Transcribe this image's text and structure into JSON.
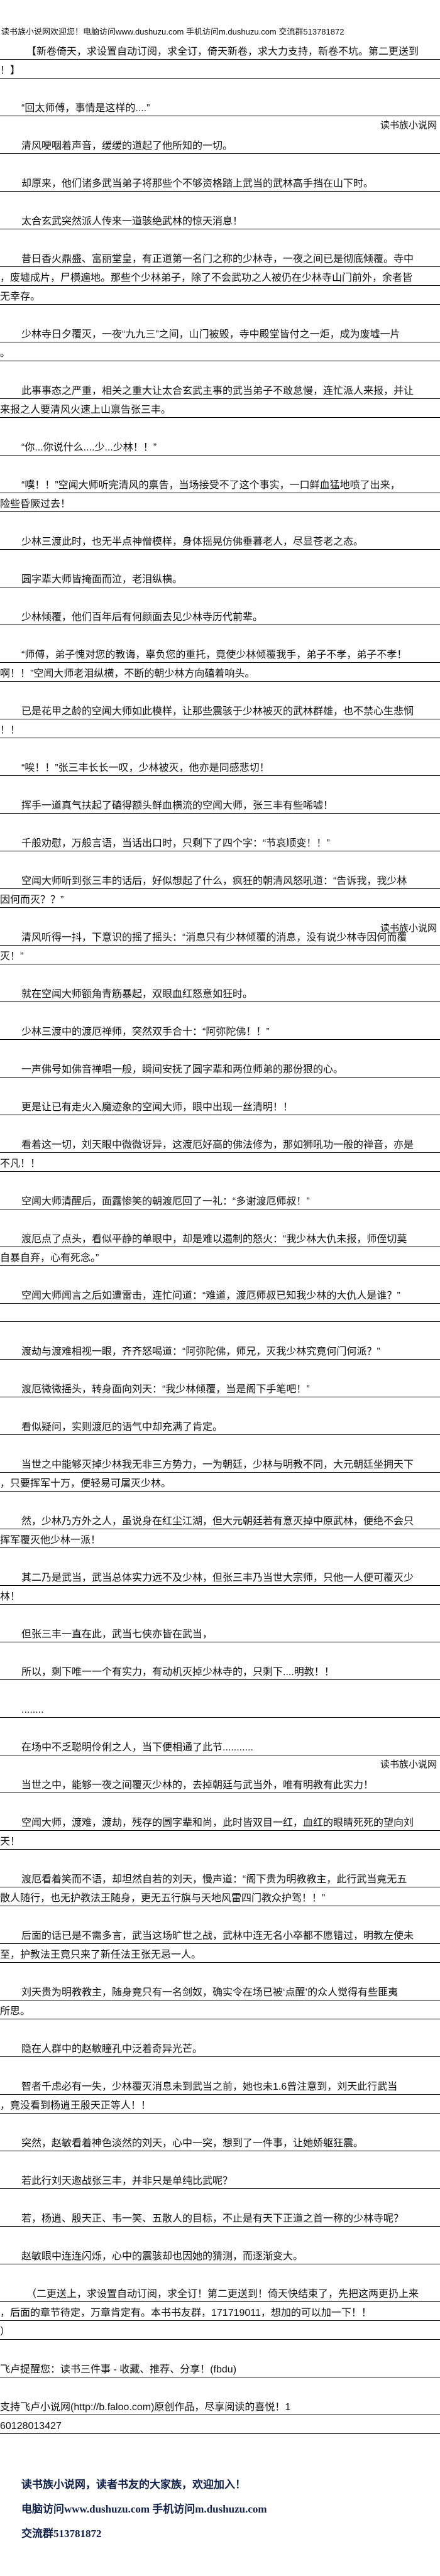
{
  "header": {
    "banner": "读书族小说网欢迎您！电脑访问www.dushuzu.com 手机访问m.dushuzu.com 交流群513781872"
  },
  "watermark_text": "读书族小说网",
  "blocks": [
    {
      "indent": "wide",
      "lines": [
        "【新卷倚天，求设置自动订阅，求全订，倚天新卷，求大力支持，新卷不坑。第二更送到",
        "！】"
      ]
    },
    {
      "indent": "normal",
      "no_gap": true,
      "lines": [
        "“回太师傅，事情是这样的....”"
      ]
    },
    {
      "watermark": "读书族小说网"
    },
    {
      "indent": "normal",
      "lines": [
        "清风哽咽着声音，缓缓的道起了他所知的一切。"
      ]
    },
    {
      "indent": "normal",
      "lines": [
        "却原来，他们诸多武当弟子将那些个不够资格踏上武当的武林高手挡在山下时。"
      ]
    },
    {
      "indent": "normal",
      "lines": [
        "太合玄武突然派人传来一道骇绝武林的惊天消息！"
      ]
    },
    {
      "indent": "normal",
      "lines": [
        "昔日香火鼎盛、富丽堂皇，有正道第一名门之称的少林寺，一夜之间已是彻底倾覆。寺中",
        "，废墟成片，尸横遍地。那些个少林弟子，除了不会武功之人被仍在少林寺山门前外，余者皆",
        "无幸存。"
      ]
    },
    {
      "indent": "normal",
      "lines": [
        "少林寺日夕覆灭，一夜“九九三”之间，山门被毁，寺中殿堂皆付之一炬，成为废墟一片",
        "。"
      ]
    },
    {
      "indent": "normal",
      "lines": [
        "此事事态之严重，相关之重大让太合玄武主事的武当弟子不敢怠慢，连忙派人来报，并让",
        "来报之人要清风火速上山禀告张三丰。"
      ]
    },
    {
      "indent": "normal",
      "lines": [
        "“你...你说什么....少...少林！！”"
      ]
    },
    {
      "indent": "normal",
      "lines": [
        "“噗！！”空闻大师听完清风的禀告，当场接受不了这个事实，一口鲜血猛地喷了出来，",
        "险些昏厥过去！"
      ]
    },
    {
      "indent": "normal",
      "lines": [
        "少林三渡此时，也无半点神僧模样，身体摇晃仿佛垂暮老人，尽显苍老之态。"
      ]
    },
    {
      "indent": "normal",
      "lines": [
        "圆字辈大师皆掩面而泣，老泪纵横。"
      ]
    },
    {
      "indent": "normal",
      "lines": [
        "少林倾覆，他们百年后有何颜面去见少林寺历代前辈。"
      ]
    },
    {
      "indent": "normal",
      "lines": [
        "“师傅，弟子愧对您的教诲，辜负您的重托，竟使少林倾覆我手，弟子不孝，弟子不孝！",
        "啊！！”空闻大师老泪纵横，不断的朝少林方向磕着响头。"
      ]
    },
    {
      "indent": "normal",
      "lines": [
        "已是花甲之龄的空闻大师如此模样，让那些震骇于少林被灭的武林群雄，也不禁心生悲悯",
        "！！"
      ]
    },
    {
      "indent": "normal",
      "lines": [
        "“唉！！”张三丰长长一叹，少林被灭，他亦是同感悲切！"
      ]
    },
    {
      "indent": "normal",
      "lines": [
        "挥手一道真气扶起了磕得额头鲜血横流的空闻大师，张三丰有些唏嘘！"
      ]
    },
    {
      "indent": "normal",
      "lines": [
        "千般劝慰，万般言语，当话出口时，只剩下了四个字：“节哀顺变！！”"
      ]
    },
    {
      "indent": "normal",
      "lines": [
        "空闻大师听到张三丰的话后，好似想起了什么，疯狂的朝清风怒吼道：“告诉我，我少林",
        "因何而灭？？”"
      ]
    },
    {
      "indent": "normal",
      "overlay_watermark": "读书族小说网",
      "lines": [
        "清风听得一抖，下意识的摇了摇头：“消息只有少林倾覆的消息，没有说少林寺因何而覆",
        "灭！”"
      ]
    },
    {
      "indent": "normal",
      "lines": [
        "就在空闻大师额角青筋暴起，双眼血红怒意如狂时。"
      ]
    },
    {
      "indent": "normal",
      "lines": [
        "少林三渡中的渡厄禅师，突然双手合十：“阿弥陀佛！！”"
      ]
    },
    {
      "indent": "normal",
      "lines": [
        "一声佛号如佛音禅唱一般，瞬间安抚了圆字辈和两位师弟的那份狠的心。"
      ]
    },
    {
      "indent": "normal",
      "lines": [
        "更是让已有走火入魔迹象的空闻大师，眼中出现一丝清明！！"
      ]
    },
    {
      "indent": "normal",
      "lines": [
        "看着这一切，刘天眼中微微讶异，这渡厄好高的佛法修为，那如狮吼功一般的禅音，亦是",
        "不凡！！"
      ]
    },
    {
      "indent": "normal",
      "lines": [
        "空闻大师清醒后，面露惨笑的朝渡厄回了一礼：“多谢渡厄师叔！”"
      ]
    },
    {
      "indent": "normal",
      "lines": [
        "渡厄点了点头，看似平静的单眼中，却是难以遏制的怒火：“我少林大仇未报，师侄切莫",
        "自暴自弃，心有死念。”"
      ]
    },
    {
      "indent": "normal",
      "lines": [
        "空闻大师闻言之后如遭雷击，连忙问道：“难道，渡厄师叔已知我少林的大仇人是谁？”",
        ""
      ]
    },
    {
      "indent": "normal",
      "lines": [
        "渡劫与渡难相视一眼，齐齐怒喝道：“阿弥陀佛，师兄，灭我少林究竟何门何派？”"
      ]
    },
    {
      "indent": "normal",
      "lines": [
        "渡厄微微摇头，转身面向刘天：“我少林倾覆，当是阁下手笔吧！”"
      ]
    },
    {
      "indent": "normal",
      "lines": [
        "看似疑问，实则渡厄的语气中却充满了肯定。"
      ]
    },
    {
      "indent": "normal",
      "lines": [
        "当世之中能够灭掉少林我无非三方势力，一为朝廷，少林与明教不同，大元朝廷坐拥天下",
        "，只要挥军十万，便轻易可屠灭少林。"
      ]
    },
    {
      "indent": "normal",
      "lines": [
        "然，少林乃方外之人，虽说身在红尘江湖，但大元朝廷若有意灭掉中原武林，便绝不会只",
        "挥军覆灭他少林一派！"
      ]
    },
    {
      "indent": "normal",
      "lines": [
        "其二乃是武当，武当总体实力远不及少林，但张三丰乃当世大宗师，只他一人便可覆灭少",
        "林！"
      ]
    },
    {
      "indent": "normal",
      "lines": [
        "但张三丰一直在此，武当七侠亦皆在武当，"
      ]
    },
    {
      "indent": "normal",
      "lines": [
        "所以，剩下唯一一个有实力，有动机灭掉少林寺的，只剩下....明教！！"
      ]
    },
    {
      "indent": "normal",
      "lines": [
        "........"
      ]
    },
    {
      "indent": "normal",
      "no_gap": true,
      "lines": [
        "在场中不乏聪明伶俐之人，当下便相通了此节..........."
      ]
    },
    {
      "watermark": "读书族小说网"
    },
    {
      "indent": "normal",
      "lines": [
        "当世之中，能够一夜之间覆灭少林的，去掉朝廷与武当外，唯有明教有此实力！"
      ]
    },
    {
      "indent": "normal",
      "lines": [
        "空闻大师，渡难，渡劫，残存的圆字辈和尚，此时皆双目一红，血红的眼睛死死的望向刘",
        "天！"
      ]
    },
    {
      "indent": "normal",
      "lines": [
        "渡厄看着笑而不语，却坦然自若的刘天，慢声道：“阁下贵为明教教主，此行武当竟无五",
        "散人随行，也无护教法王随身，更无五行旗与天地风雷四门教众护驾！！”"
      ]
    },
    {
      "indent": "normal",
      "lines": [
        "后面的话已是不需多言，武当这场旷世之战，武林中连无名小卒都不愿错过，明教左使未",
        "至，护教法王竟只来了新任法王张无忌一人。"
      ]
    },
    {
      "indent": "normal",
      "lines": [
        "刘天贵为明教教主，随身竟只有一名剑奴，确实令在场已被‘点醒’的众人觉得有些匪夷",
        "所思。"
      ]
    },
    {
      "indent": "normal",
      "lines": [
        "隐在人群中的赵敏瞳孔中泛着奇异光芒。"
      ]
    },
    {
      "indent": "normal",
      "lines": [
        "智者千虑必有一失，少林覆灭消息未到武当之前，她也未1.6曾注意到，刘天此行武当",
        "，竟没看到杨逍王殷天正等人！！"
      ]
    },
    {
      "indent": "normal",
      "lines": [
        "突然，赵敏看着神色淡然的刘天，心中一突，想到了一件事，让她娇躯狂震。"
      ]
    },
    {
      "indent": "normal",
      "lines": [
        "若此行刘天邀战张三丰，并非只是单纯比武呢？"
      ]
    },
    {
      "indent": "normal",
      "lines": [
        "若，杨逍、殷天正、韦一笑、五散人的目标，不止是有天下正道之首一称的少林寺呢？"
      ]
    },
    {
      "indent": "normal",
      "lines": [
        "赵敏眼中连连闪烁，心中的震骇却也因她的猜测，而逐渐变大。"
      ]
    },
    {
      "indent": "wide",
      "lines": [
        "（二更送上，求设置自动订阅，求全订！第二更送到！倚天快结束了，先把这两更扔上来",
        "，后面的章节待定，万章肯定有。本书书友群，171719011，想加的可以加一下！！",
        "）"
      ]
    },
    {
      "indent": "none",
      "lines": [
        "飞卢提醒您：读书三件事 - 收藏、推荐、分享！(fbdu)"
      ]
    },
    {
      "indent": "none",
      "lines": [
        "支持飞卢小说网(http://b.faloo.com)原创作品，尽享阅读的喜悦！1",
        "60128013427"
      ]
    }
  ],
  "footer": {
    "line1": "读书族小说网，读者书友的大家族，欢迎加入！",
    "line2": "电脑访问www.dushuzu.com 手机访问m.dushuzu.com",
    "line3": "交流群513781872"
  }
}
